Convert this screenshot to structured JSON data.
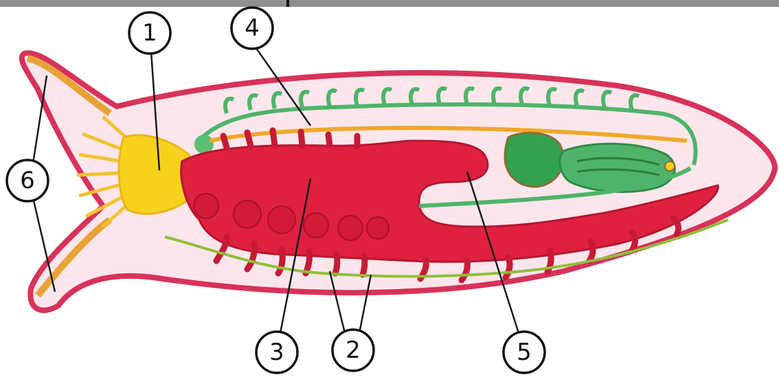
{
  "callouts": [
    {
      "number": "1"
    },
    {
      "number": "2"
    },
    {
      "number": "3"
    },
    {
      "number": "4"
    },
    {
      "number": "5"
    },
    {
      "number": "6"
    }
  ],
  "colors": {
    "body_outline": "#d8325a",
    "body_fill": "#fbe6ec",
    "intestine": "#e0203f",
    "ganglion_yellow": "#f6d21c",
    "nerve_orange": "#e8a338",
    "excretory_green": "#4fb46a",
    "reproductive_green": "#2f9a4a",
    "top_bar": "#8f8f8f"
  }
}
